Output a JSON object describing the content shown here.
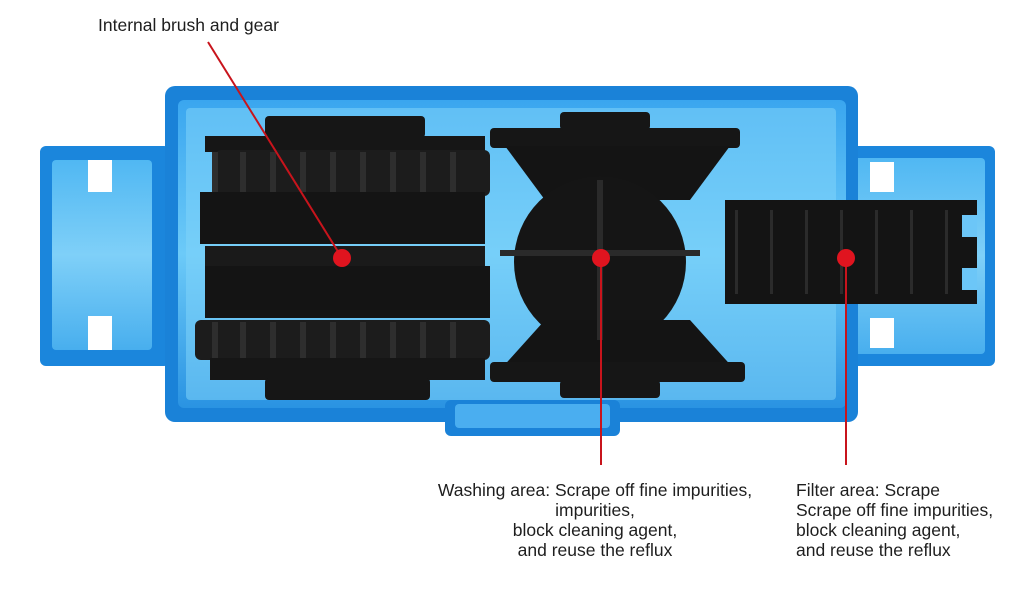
{
  "labels": {
    "brush": "Internal brush and gear",
    "washing": [
      "Washing area: Scrape off fine impurities,",
      "impurities,",
      "block cleaning agent,",
      "and reuse the reflux"
    ],
    "filter": [
      "Filter area: Scrape",
      "Scrape off fine impurities,",
      "block cleaning agent,",
      "and reuse the reflux"
    ]
  },
  "colors": {
    "housing_blue": "#1f8fe0",
    "housing_light": "#6cc6f7",
    "part_black": "#161616",
    "marker_red": "#e0141f",
    "leader_red": "#c8141c"
  }
}
